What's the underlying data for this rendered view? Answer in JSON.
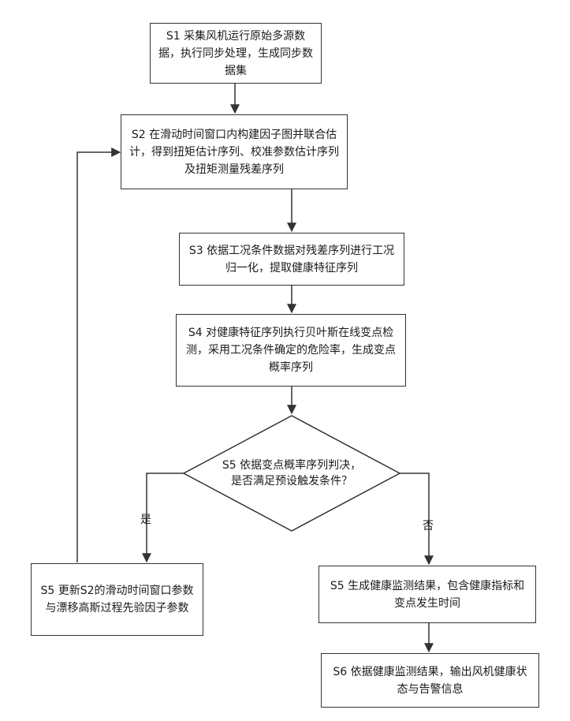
{
  "nodes": {
    "s1": "S1 采集风机运行原始多源数据，执行同步处理，生成同步数据集",
    "s2": "S2 在滑动时间窗口内构建因子图并联合估计，得到扭矩估计序列、校准参数估计序列及扭矩测量残差序列",
    "s3": "S3 依据工况条件数据对残差序列进行工况归一化，提取健康特征序列",
    "s4": "S4 对健康特征序列执行贝叶斯在线变点检测，采用工况条件确定的危险率，生成变点概率序列",
    "decision": "S5 依据变点概率序列判决，是否满足预设触发条件？",
    "s5_yes": "S5 更新S2的滑动时间窗口参数与漂移高斯过程先验因子参数",
    "s5_no": "S5 生成健康监测结果，包含健康指标和变点发生时间",
    "s6": "S6 依据健康监测结果，输出风机健康状态与告警信息"
  },
  "labels": {
    "yes": "是",
    "no": "否"
  }
}
